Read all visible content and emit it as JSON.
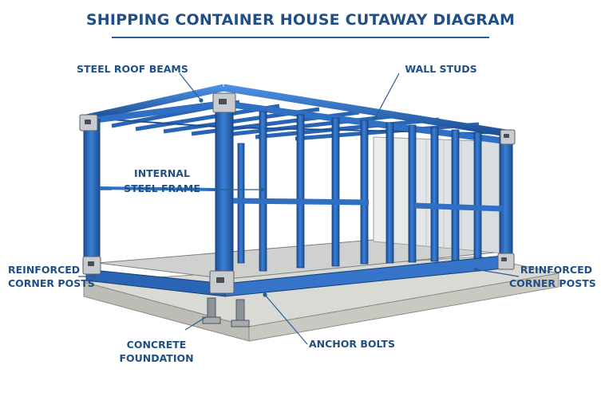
{
  "title": "SHIPPING CONTAINER HOUSE CUTAWAY DIAGRAM",
  "labels": {
    "roof_beams": "STEEL ROOF BEAMS",
    "wall_studs": "WALL STUDS",
    "internal_frame_1": "INTERNAL",
    "internal_frame_2": "STEEL FRAME",
    "corner_left_1": "REINFORCED",
    "corner_left_2": "CORNER POSTS",
    "corner_right_1": "REINFORCED",
    "corner_right_2": "CORNER POSTS",
    "foundation_1": "CONCRETE",
    "foundation_2": "FOUNDATION",
    "anchor_bolts": "ANCHOR BOLTS"
  },
  "colors": {
    "title": "#1f4f86",
    "steel_blue": "#2f6fc4",
    "steel_dark": "#1d4f96",
    "concrete": "#d2d2cc",
    "leader": "#2a5d95"
  }
}
